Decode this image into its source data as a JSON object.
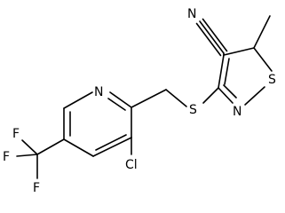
{
  "structure": {
    "atoms": {
      "nitrile_n": "N",
      "pyridine_n": "N",
      "thioether_s": "S",
      "ring_s": "S",
      "isothiazole_n": "N",
      "chlorine": "Cl",
      "fluorine_top": "F",
      "fluorine_left": "F",
      "fluorine_bottom": "F"
    }
  }
}
